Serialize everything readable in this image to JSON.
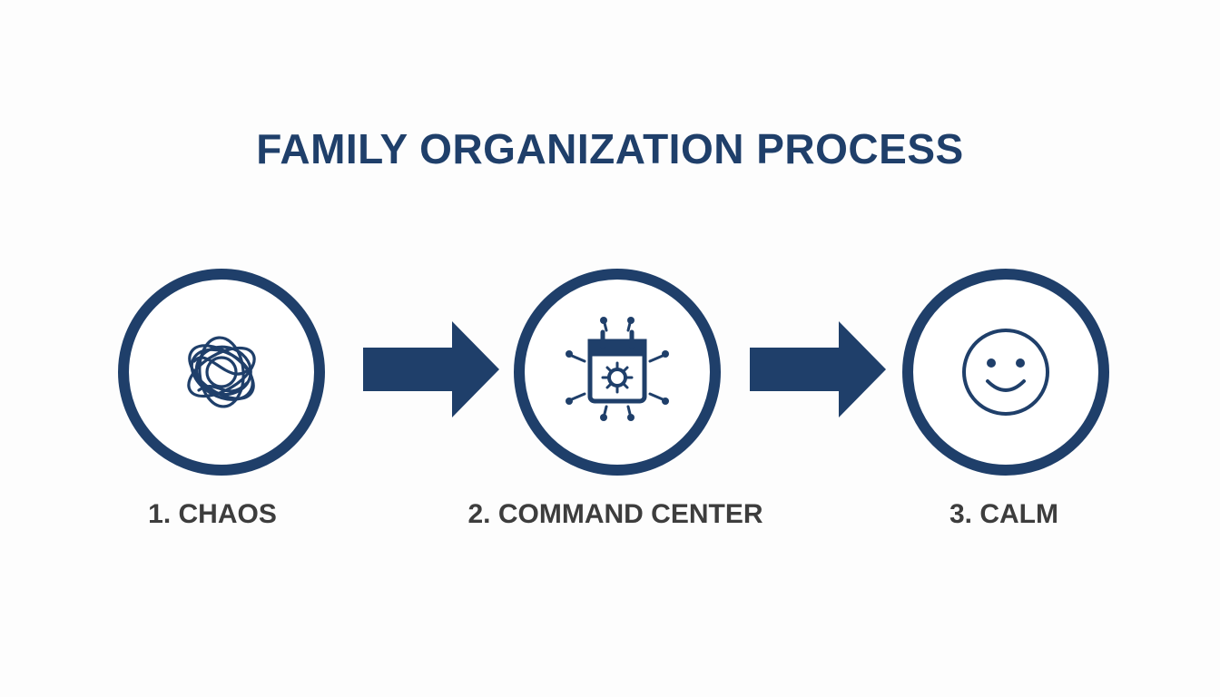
{
  "title": "FAMILY ORGANIZATION PROCESS",
  "colors": {
    "primary": "#1f3f6a",
    "label": "#3d3d3d",
    "background": "#fdfdfd"
  },
  "steps": [
    {
      "label": "1. CHAOS",
      "icon": "tangled-lines-icon"
    },
    {
      "label": "2. COMMAND CENTER",
      "icon": "calendar-hub-icon"
    },
    {
      "label": "3. CALM",
      "icon": "smiley-face-icon"
    }
  ]
}
